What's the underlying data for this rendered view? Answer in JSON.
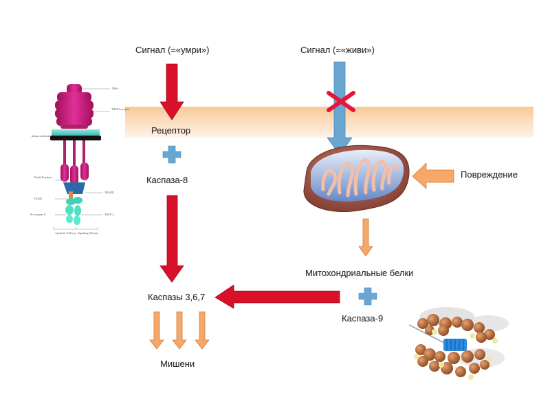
{
  "colors": {
    "death_arrow": "#d8102a",
    "survival_arrow": "#6aa6d2",
    "block_cross": "#e8143a",
    "damage_arrow": "#f6a86a",
    "plus": "#6aa6d2",
    "membrane": "#f8c896",
    "text": "#2b2b2b"
  },
  "left_pathway": {
    "signal_label": "Сигнал (=«умри»)",
    "receptor_label": "Рецептор",
    "plus_icon": "plus-icon",
    "caspase8_label": "Каспаза-8",
    "caspases_label": "Каспазы 3,6,7",
    "targets_label": "Мишени"
  },
  "right_pathway": {
    "signal_label": "Сигнал (=«живи»)",
    "blocked_icon": "cross-icon",
    "damage_label": "Повреждение",
    "mito_proteins_label": "Митохондриальные белки",
    "plus_icon": "plus-icon",
    "caspase9_label": "Каспаза-9"
  },
  "receptor_illustration": {
    "labels": {
      "ligand": "TNFα",
      "receptor": "TNFR1 receptor",
      "membrane": "plasma membrane",
      "death_domain": "Death Domains",
      "tradd": "TRADD",
      "fadd": "FADD",
      "caspase8": "Pro-caspase 8",
      "traf2": "TRAF-2",
      "apoptotic": "Apoptotic Pathway",
      "signaling": "Signaling Pathway"
    }
  }
}
